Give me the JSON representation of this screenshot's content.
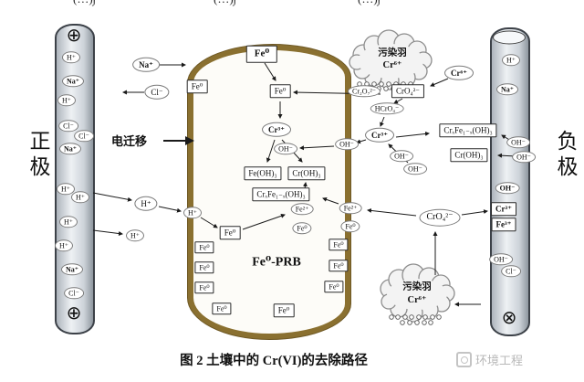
{
  "meta": {
    "caption": "图 2  土壤中的 Cr(VI)的去除路径",
    "watermark_text": "环境工程"
  },
  "cropped_top_fragments": {
    "f1": "(…)∫",
    "f2": "(…)∫",
    "f3": "(…)∫"
  },
  "electrodes": {
    "anode_label": "正极",
    "cathode_label": "负极"
  },
  "icons": {
    "plus_terminal": "⊕",
    "x_terminal": "⊗"
  },
  "labels": {
    "electromigration": "电迁移",
    "prb": "Fe⁰-PRB",
    "plume": "污染羽"
  },
  "species": {
    "h": "H⁺",
    "na": "Na⁺",
    "cl": "Cl⁻",
    "oh": "OH⁻",
    "fe0": "Fe⁰",
    "fe2": "Fe²⁺",
    "fe3": "Fe³⁺",
    "cr3": "Cr³⁺",
    "cr6": "Cr⁶⁺",
    "cro4": "CrO₄²⁻",
    "cr2o7": "Cr₂O₇²⁻",
    "hcro4": "HCrO₄⁻",
    "feoh3": "Fe(OH)₃",
    "croh3": "Cr(OH)₃",
    "crxfe1x": "CrₓFe₁₋ₓ(OH)₃"
  },
  "anode": {
    "ions": [
      "H⁺",
      "Na⁺",
      "H⁺",
      "Cl⁻",
      "Cl⁻",
      "Na⁺",
      "H⁺",
      "H⁺",
      "H⁺",
      "H⁺",
      "Na⁺",
      "Cl⁻"
    ]
  },
  "cathode": {
    "ions": [
      "H⁺",
      "Na⁺",
      "OH⁻",
      "Cr³⁺",
      "Fe³⁺",
      "OH⁻",
      "Cl⁻"
    ]
  }
}
